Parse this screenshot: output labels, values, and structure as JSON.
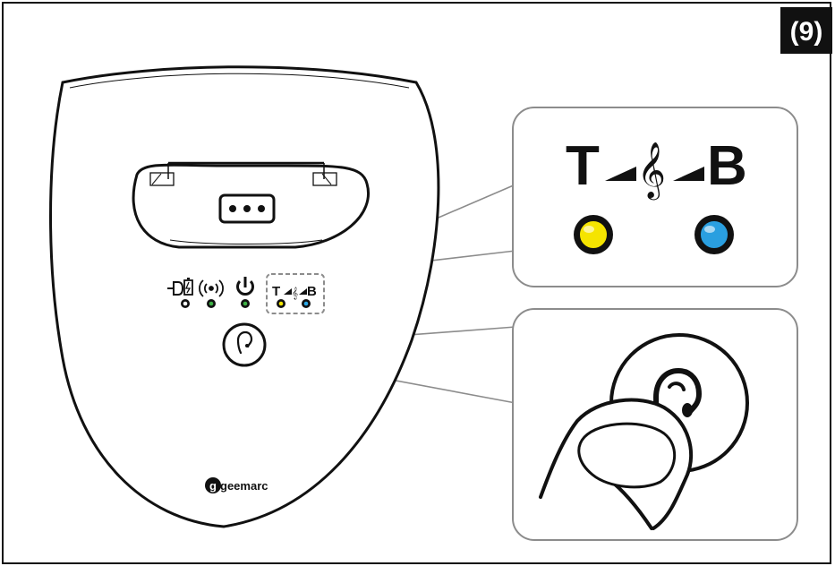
{
  "step_badge": "(9)",
  "brand": "geemarc",
  "device": {
    "indicators": [
      {
        "icon": "plug-battery-icon",
        "led_color": "#ffffff"
      },
      {
        "icon": "wireless-signal-icon",
        "led_color": "#3cb043"
      },
      {
        "icon": "power-icon",
        "led_color": "#3cb043"
      },
      {
        "icon": "treble-led",
        "led_color": "#f2e600"
      },
      {
        "icon": "bass-led",
        "led_color": "#2aa8e6"
      }
    ],
    "tone_label_treble": "T",
    "tone_label_bass": "B"
  },
  "callout_tone": {
    "treble_letter": "T",
    "bass_letter": "B",
    "treble_led_color": "#f5e400",
    "bass_led_color": "#2a9fe0"
  },
  "callout_button": {
    "icon": "ear-icon"
  },
  "colors": {
    "badge_bg": "#111111",
    "outline": "#111111",
    "callout_border": "#8c8c8c"
  }
}
